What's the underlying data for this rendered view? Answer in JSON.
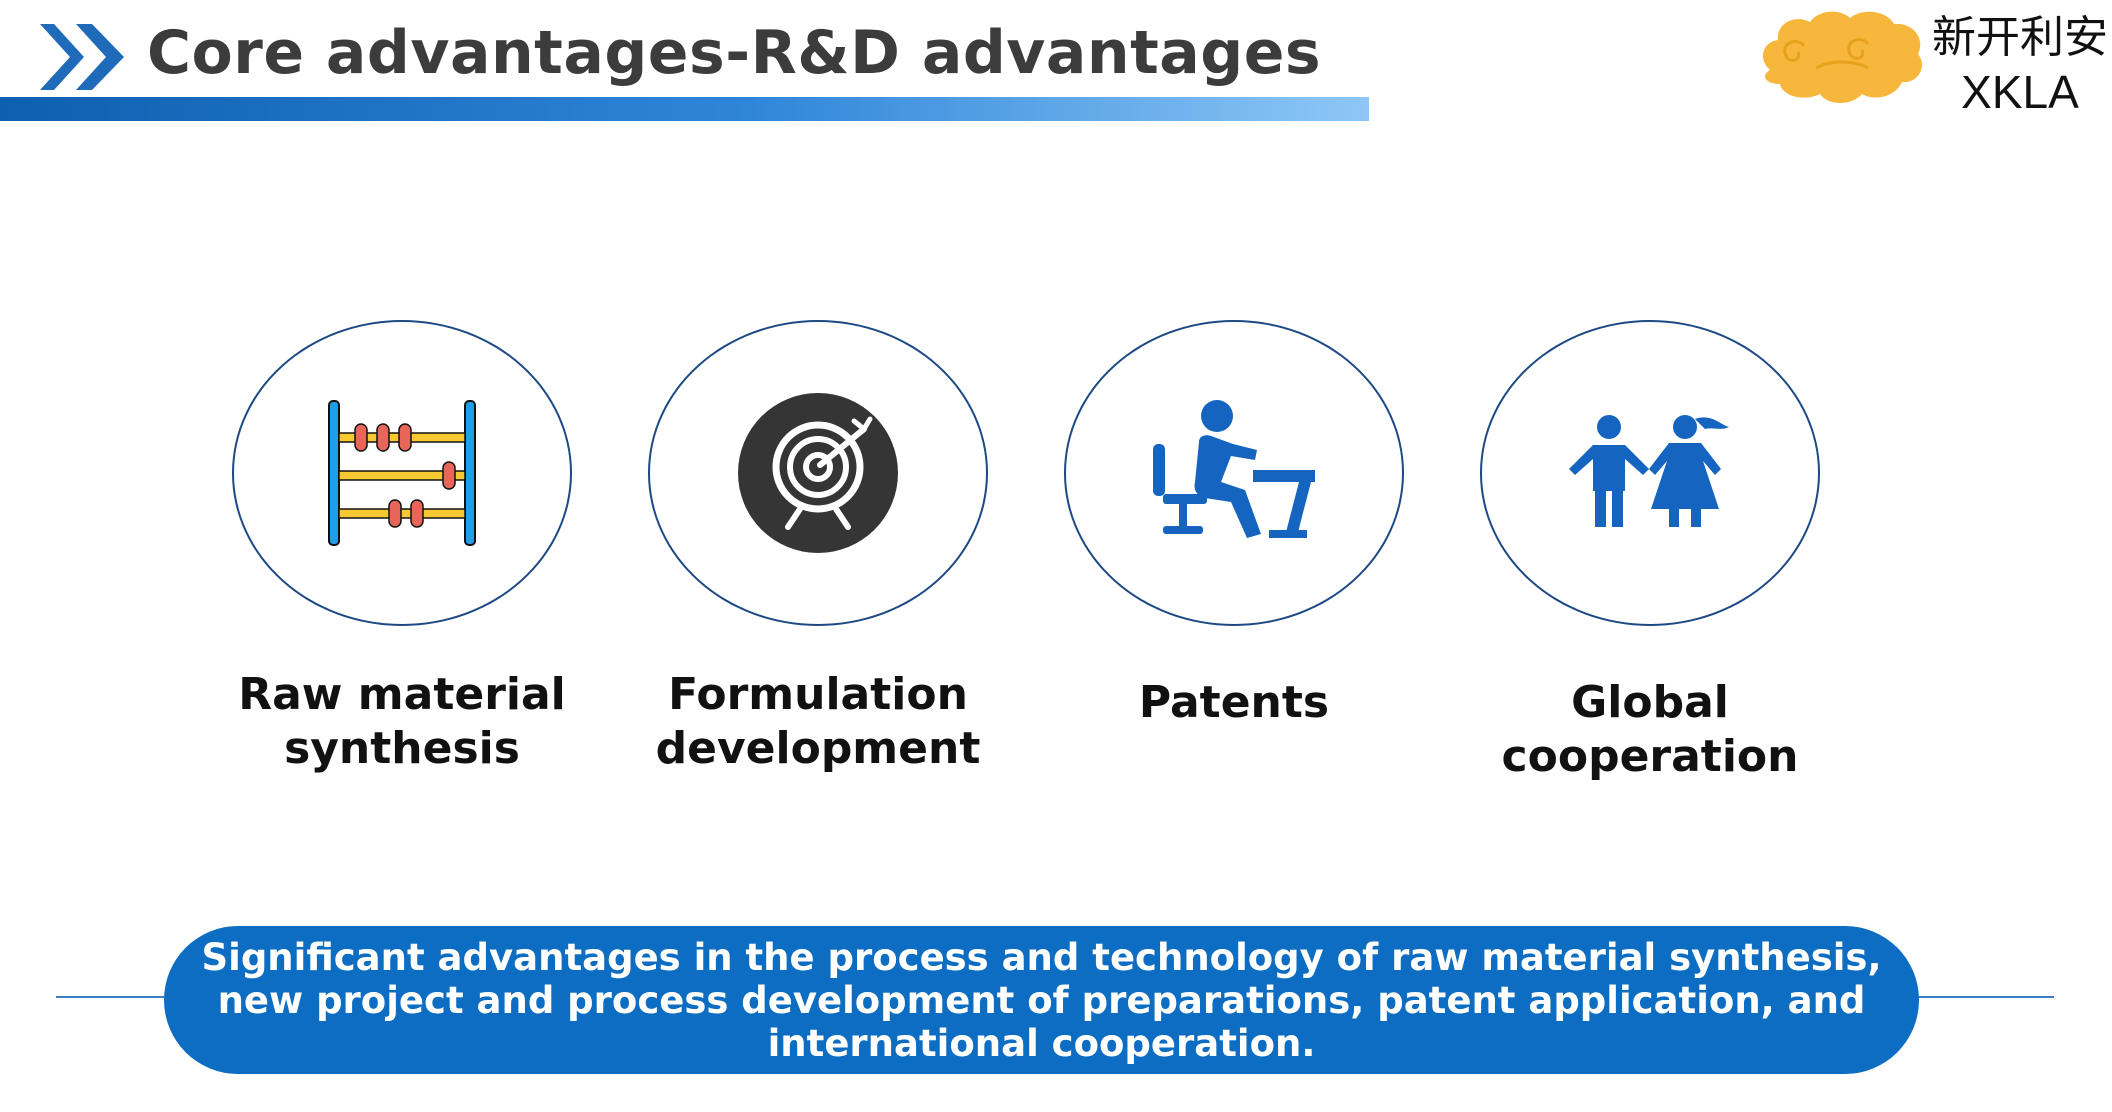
{
  "header": {
    "title": "Core advantages-R&D advantages",
    "chevron_icon": "double-chevron-right-icon",
    "accent_color": "#1565c0"
  },
  "logo": {
    "chinese_name": "新开利安",
    "latin_name": "XKLA",
    "cloud_color": "#f7b73d",
    "icon": "auspicious-cloud-logo"
  },
  "features": [
    {
      "label": "Raw material synthesis",
      "icon": "abacus-icon"
    },
    {
      "label": "Formulation development",
      "icon": "target-arrow-icon"
    },
    {
      "label": "Patents",
      "icon": "person-at-desk-icon"
    },
    {
      "label": "Global cooperation",
      "icon": "children-holding-hands-icon"
    }
  ],
  "summary": {
    "text": "Significant advantages in the process and technology of raw material synthesis, new project and process development of preparations, patent application, and international cooperation.",
    "pill_color": "#0c6dc2"
  }
}
